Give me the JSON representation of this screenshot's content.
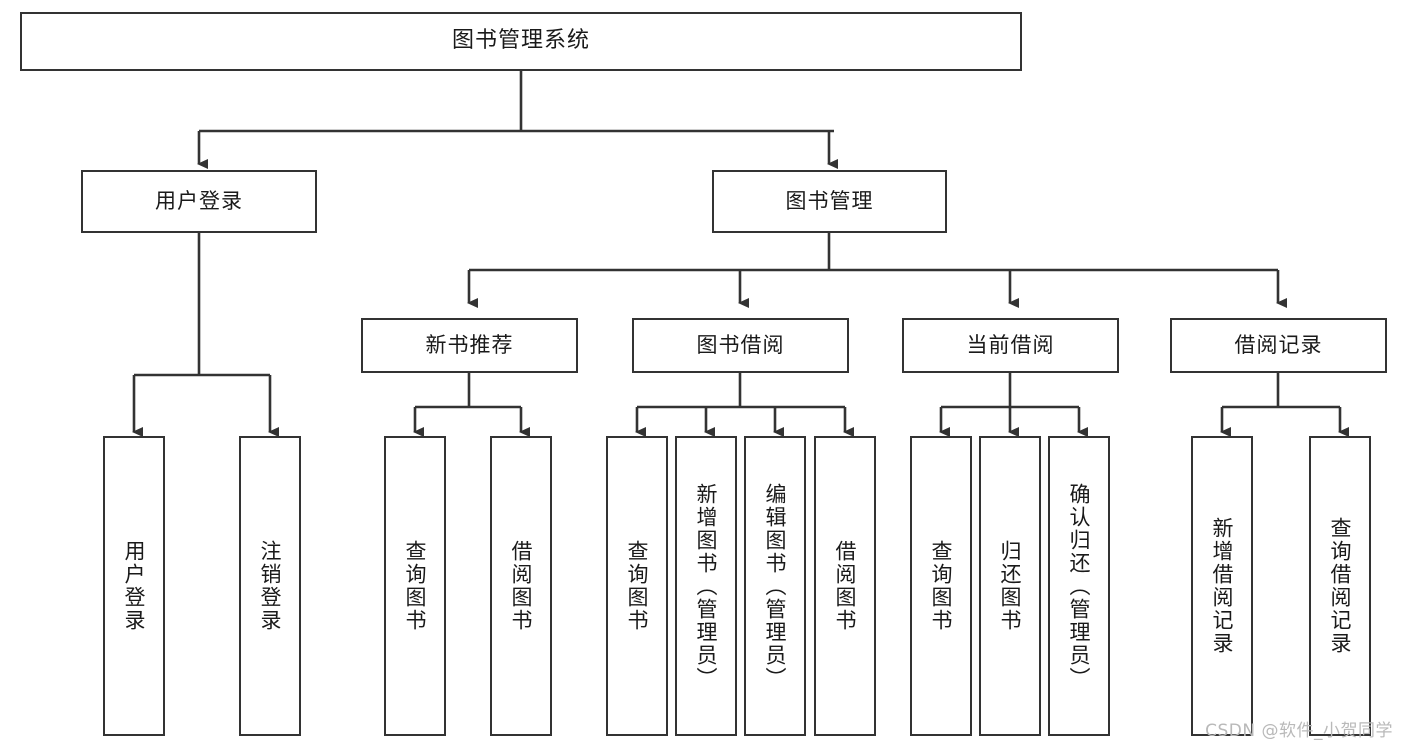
{
  "diagram": {
    "title": "图书管理系统",
    "type": "tree",
    "orientation": "top-down",
    "style": {
      "box_fill": "#ffffff",
      "box_stroke": "#333333",
      "text_color": "#1a1a1a",
      "background": "#ffffff",
      "watermark_color": "#b9b9b9"
    },
    "root": {
      "id": "root",
      "label": "图书管理系统"
    },
    "level2": [
      {
        "id": "n-login",
        "label": "用户登录"
      },
      {
        "id": "n-bookmgmt",
        "label": "图书管理"
      }
    ],
    "level3": [
      {
        "id": "n-newbook",
        "label": "新书推荐"
      },
      {
        "id": "n-borrow",
        "label": "图书借阅"
      },
      {
        "id": "n-current",
        "label": "当前借阅"
      },
      {
        "id": "n-record",
        "label": "借阅记录"
      }
    ],
    "leaves": {
      "login": [
        {
          "id": "l-user-login",
          "label": "用户登录"
        },
        {
          "id": "l-user-logout",
          "label": "注销登录"
        }
      ],
      "newbook": [
        {
          "id": "l-nb-query",
          "label": "查询图书"
        },
        {
          "id": "l-nb-borrow",
          "label": "借阅图书"
        }
      ],
      "borrow": [
        {
          "id": "l-br-query",
          "label": "查询图书"
        },
        {
          "id": "l-br-add",
          "label": "新增图书（管理员）"
        },
        {
          "id": "l-br-edit",
          "label": "编辑图书（管理员）"
        },
        {
          "id": "l-br-borrow",
          "label": "借阅图书"
        }
      ],
      "current": [
        {
          "id": "l-cu-query",
          "label": "查询图书"
        },
        {
          "id": "l-cu-return",
          "label": "归还图书"
        },
        {
          "id": "l-cu-confirm",
          "label": "确认归还（管理员）"
        }
      ],
      "record": [
        {
          "id": "l-rc-add",
          "label": "新增借阅记录"
        },
        {
          "id": "l-rc-query",
          "label": "查询借阅记录"
        }
      ]
    },
    "watermark": "CSDN @软件_小贺同学"
  }
}
